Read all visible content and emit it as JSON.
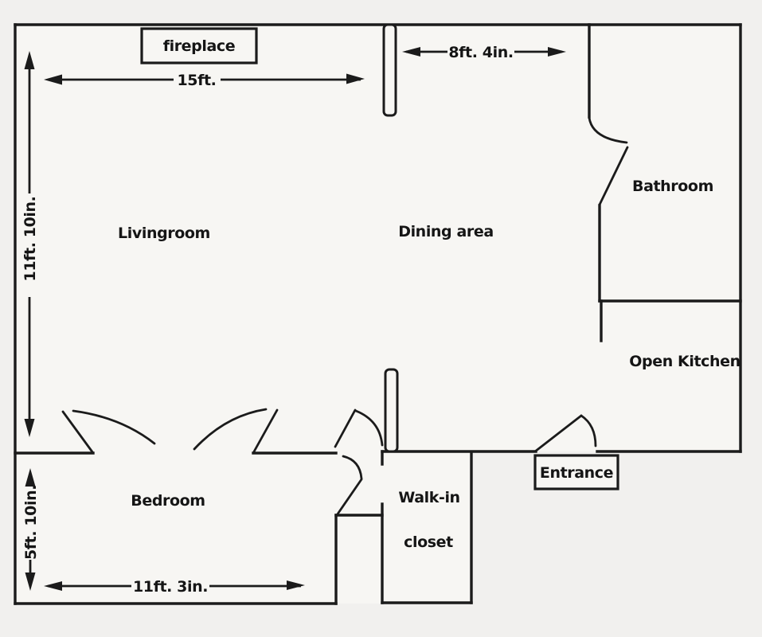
{
  "rooms": {
    "livingroom": "Livingroom",
    "dining_area": "Dining area",
    "bathroom": "Bathroom",
    "open_kitchen": "Open Kitchen",
    "bedroom": "Bedroom",
    "walk_in_closet_line1": "Walk-in",
    "walk_in_closet_line2": "closet"
  },
  "features": {
    "fireplace": "fireplace",
    "entrance": "Entrance"
  },
  "dimensions": {
    "livingroom_width": "15ft.",
    "livingroom_height": "11ft. 10in.",
    "dining_width": "8ft. 4in.",
    "bedroom_width": "11ft. 3in.",
    "bedroom_height": "5ft. 10in."
  },
  "colors": {
    "ink": "#1b1b1b",
    "paper": "#f7f6f3",
    "margin": "#f1f0ee"
  }
}
